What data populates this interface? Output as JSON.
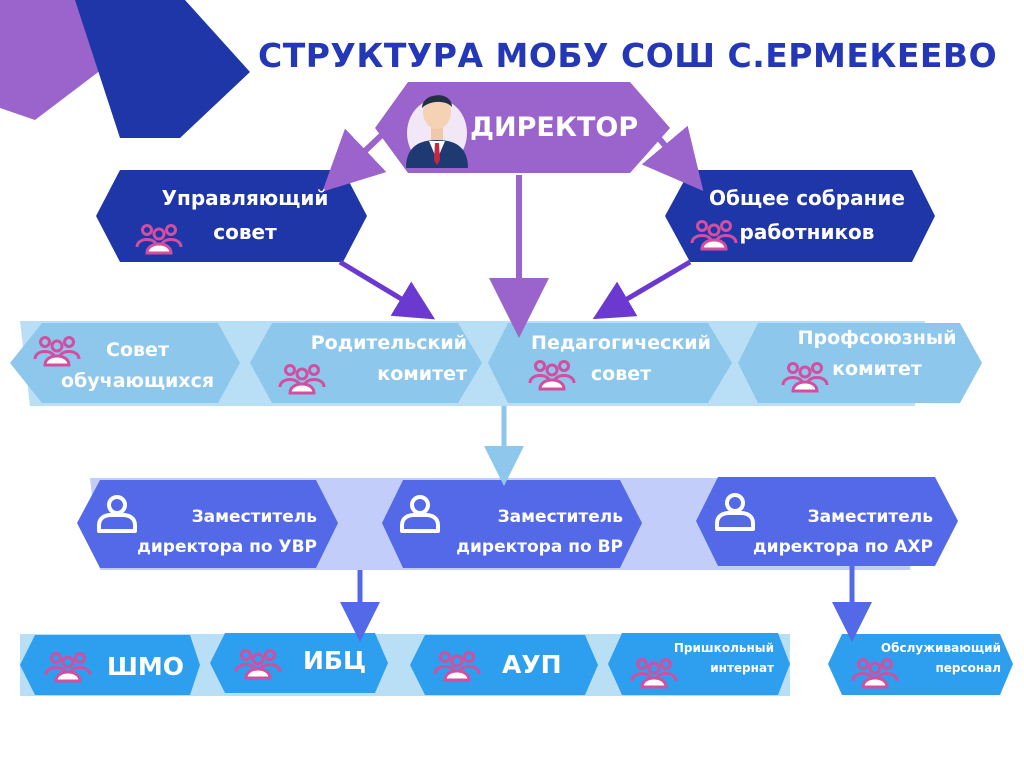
{
  "title": "СТРУКТУРА  МОБУ СОШ С.ЕРМЕКЕЕВО",
  "director": "ДИРЕКТОР",
  "level1": {
    "left": "Управляющий\nсовет",
    "right": "Общее собрание\nработников"
  },
  "level2": [
    "Совет\nобучающихся",
    "Родительский\nкомитет",
    "Педагогический\nсовет",
    "Профсоюзный\nкомитет"
  ],
  "level3": [
    "Заместитель\nдиректора по УВР",
    "Заместитель\nдиректора по ВР",
    "Заместитель\nдиректора по АХР"
  ],
  "level4": [
    "ШМО",
    "ИБЦ",
    "АУП",
    "Пришкольный\nинтернат",
    "Обслуживающий\nперсонал"
  ],
  "icons": {
    "director": "person-in-suit-icon",
    "group": "people-group-icon",
    "person": "person-outline-icon"
  },
  "colors": {
    "title": "#2437b6",
    "navy": "#1f36a8",
    "purple": "#9b63cc",
    "violet": "#6b39d0",
    "light_blue": "#8ec7ec",
    "medium_blue": "#5369e8",
    "bright_blue": "#2e9fee",
    "pink": "#d24ea0"
  }
}
